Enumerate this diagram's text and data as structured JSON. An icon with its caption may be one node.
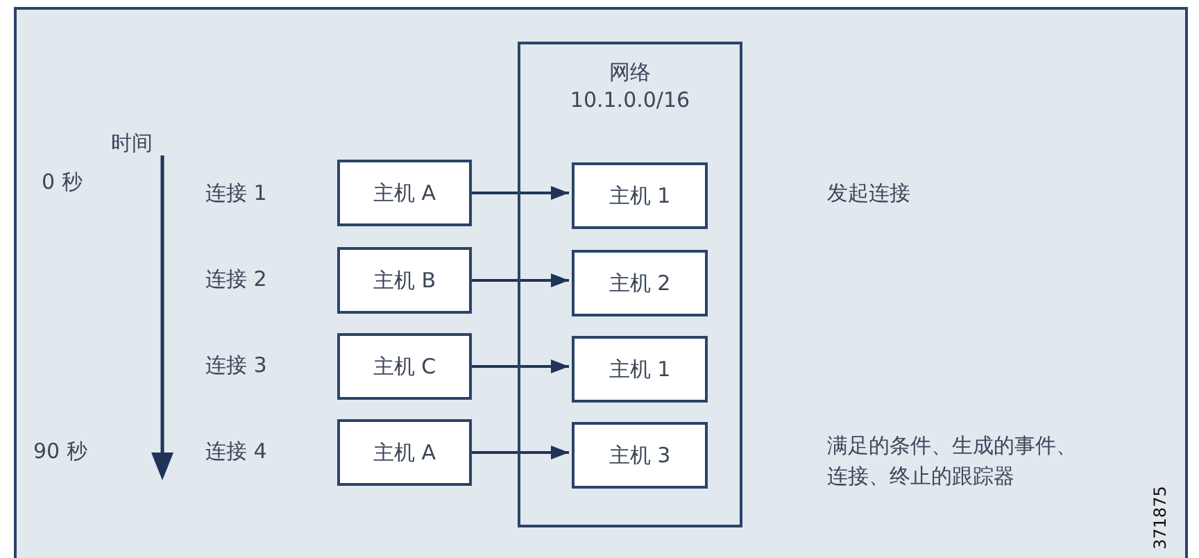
{
  "diagram": {
    "nodes": [
      {
        "text": [
          "网络",
          "10.1.0.0/16"
        ]
      },
      {
        "text": [
          "主机 A"
        ]
      },
      {
        "text": [
          "主机 B"
        ]
      },
      {
        "text": [
          "主机 C"
        ]
      },
      {
        "text": [
          "主机 A"
        ]
      },
      {
        "text": [
          "主机 1"
        ],
        "in": 0
      },
      {
        "text": [
          "主机 2"
        ],
        "in": 0
      },
      {
        "text": [
          "主机 1"
        ],
        "in": 0
      },
      {
        "text": [
          "主机 3"
        ],
        "in": 0
      }
    ],
    "edges": [
      {
        "from": 1,
        "to": 5,
        "arrow": "to"
      },
      {
        "from": 2,
        "to": 6,
        "arrow": "to"
      },
      {
        "from": 3,
        "to": 7,
        "arrow": "to"
      },
      {
        "from": 4,
        "to": 8,
        "arrow": "to"
      }
    ],
    "labels": [
      "时间",
      "0 秒",
      "连接 1",
      "发起连接",
      "连接 2",
      "连接 3",
      "90 秒",
      "连接 4",
      "满足的条件、生成的事件、连接、终止的跟踪器",
      "371875"
    ]
  }
}
